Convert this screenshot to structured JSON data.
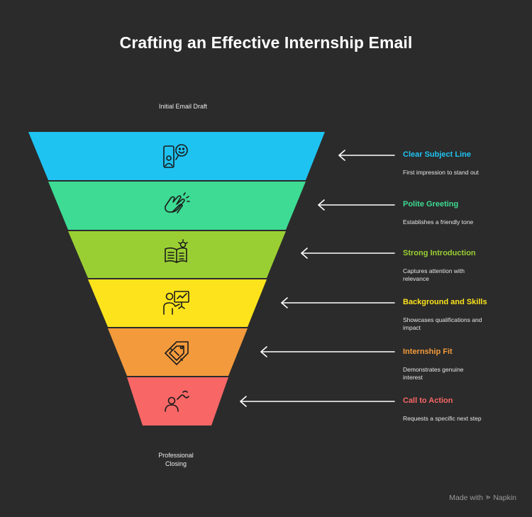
{
  "title": "Crafting an Effective Internship Email",
  "top_label": "Initial Email Draft",
  "bottom_label_line1": "Professional",
  "bottom_label_line2": "Closing",
  "steps": [
    {
      "title": "Clear Subject Line",
      "desc": "First impression to stand out",
      "color": "#1ec3f2",
      "icon": "email-smile-icon"
    },
    {
      "title": "Polite Greeting",
      "desc": "Establishes a friendly tone",
      "color": "#3ddb93",
      "icon": "clapping-hands-icon"
    },
    {
      "title": "Strong Introduction",
      "desc": "Captures attention with relevance",
      "color": "#9acf33",
      "icon": "open-book-idea-icon"
    },
    {
      "title": "Background and Skills",
      "desc": "Showcases qualifications and impact",
      "color": "#fde31c",
      "icon": "presentation-icon"
    },
    {
      "title": "Internship Fit",
      "desc": "Demonstrates genuine interest",
      "color": "#f39a3c",
      "icon": "puzzle-tag-icon"
    },
    {
      "title": "Call to Action",
      "desc": "Requests a specific next step",
      "color": "#f86666",
      "icon": "person-wave-icon"
    }
  ],
  "brand": {
    "prefix": "Made with",
    "name": "Napkin"
  }
}
